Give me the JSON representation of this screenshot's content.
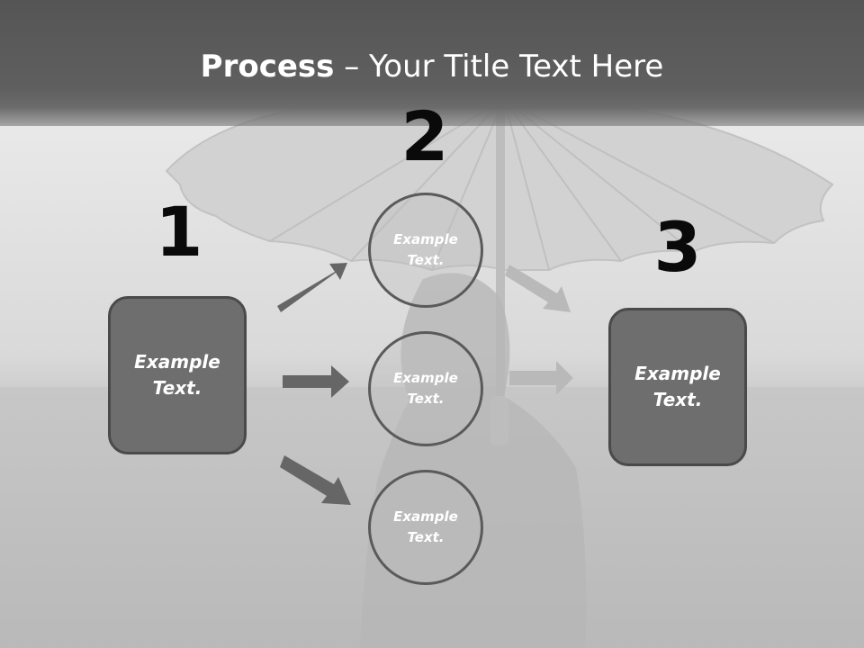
{
  "slide": {
    "title_bold": "Process",
    "title_sep": " – ",
    "title_rest": "Your Title Text Here"
  },
  "steps": [
    {
      "number": "1",
      "text": "Example Text."
    },
    {
      "number": "2",
      "text": "Example Text."
    },
    {
      "number": "3",
      "text": "Example Text."
    }
  ],
  "circles": [
    {
      "text": "Example Text."
    },
    {
      "text": "Example Text."
    },
    {
      "text": "Example Text."
    }
  ],
  "colors": {
    "title_bar": "#555555",
    "box_fill": "#6e6e6e",
    "arrow_dark": "#666666",
    "arrow_light": "#b5b5b5"
  }
}
